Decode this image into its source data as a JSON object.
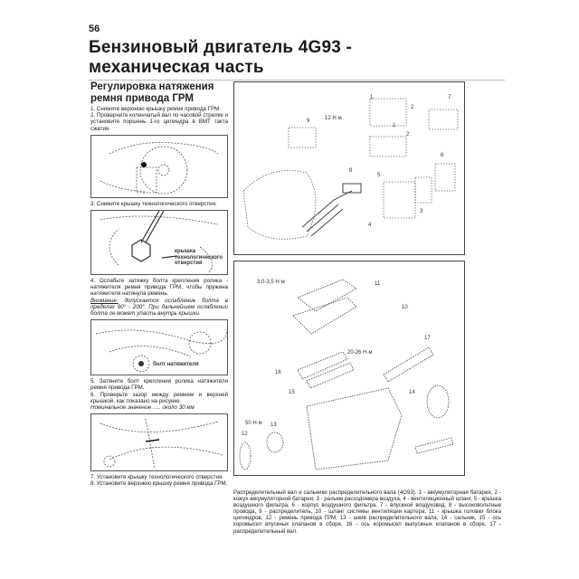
{
  "page": {
    "number": "56",
    "title_line1": "Бензиновый двигатель 4G93 -",
    "title_line2": "механическая часть"
  },
  "left_column": {
    "section_title": "Регулировка натяжения ремня привода ГРМ",
    "steps": [
      "1. Снимите верхнюю крышку ремня привода ГРМ.",
      "2. Проверните коленчатый вал по часовой стрелке и установите поршень 1-го цилиндра в ВМТ такта сжатия.",
      "3. Снимите крышку технологического отверстия.",
      "4. Ослабьте затяжку болта крепления ролика - натяжителя ремня привода ГРМ, чтобы пружина натяжителя натянула ремень.",
      "5. Затяните болт крепления ролика натяжителя ремня привода ГРМ.",
      "6. Проверьте зазор между ремнем и верхней крышкой, как показано на рисунке.",
      "7. Установите крышку технологического отверстия.",
      "8. Установите верхнюю крышку ремня привода ГРМ."
    ],
    "note_label": "Внимание:",
    "note_text": " допускается ослабление болта в пределах 90° - 200°. При дальнейшем ослаблении болта он может упасть внутрь крышки.",
    "nominal_value": "Номинальное значение ..... около 30 мм",
    "figure_labels": {
      "fig2_label": "крышка технологического отверстия",
      "fig3_label": "болт натяжителя"
    }
  },
  "right_figures": {
    "top_callouts": [
      "1",
      "1",
      "2",
      "2",
      "3",
      "4",
      "5",
      "6",
      "7",
      "8",
      "9",
      "12 Н·м"
    ],
    "bottom_callouts": [
      "3,0-3,5 Н·м",
      "10",
      "11",
      "12",
      "13",
      "14",
      "15",
      "16",
      "17",
      "20-26 Н·м",
      "50 Н·м"
    ]
  },
  "caption": {
    "title": "Распределительный вал и сальники распределительного вала (4G93).",
    "text": "1 - аккумуляторная батарея, 2 - кожух аккумуляторной батареи, 3 - разъем расходомера воздуха, 4 - вентиляционный шланг, 5 - крышка воздушного фильтра, 6 - корпус воздушного фильтра, 7 - впускной воздуховод, 8 - высоковольтные провода, 9 - распределитель, 10 - шланг системы вентиляции картера, 11 - крышка головки блока цилиндров, 12 - ремень привода ГРМ, 13 - шкив распределительного вала, 14 - сальник, 15 - ось коромысел впускных клапанов в сборе, 16 - ось коромысел выпускных клапанов в сборе, 17 - распределительный вал."
  }
}
